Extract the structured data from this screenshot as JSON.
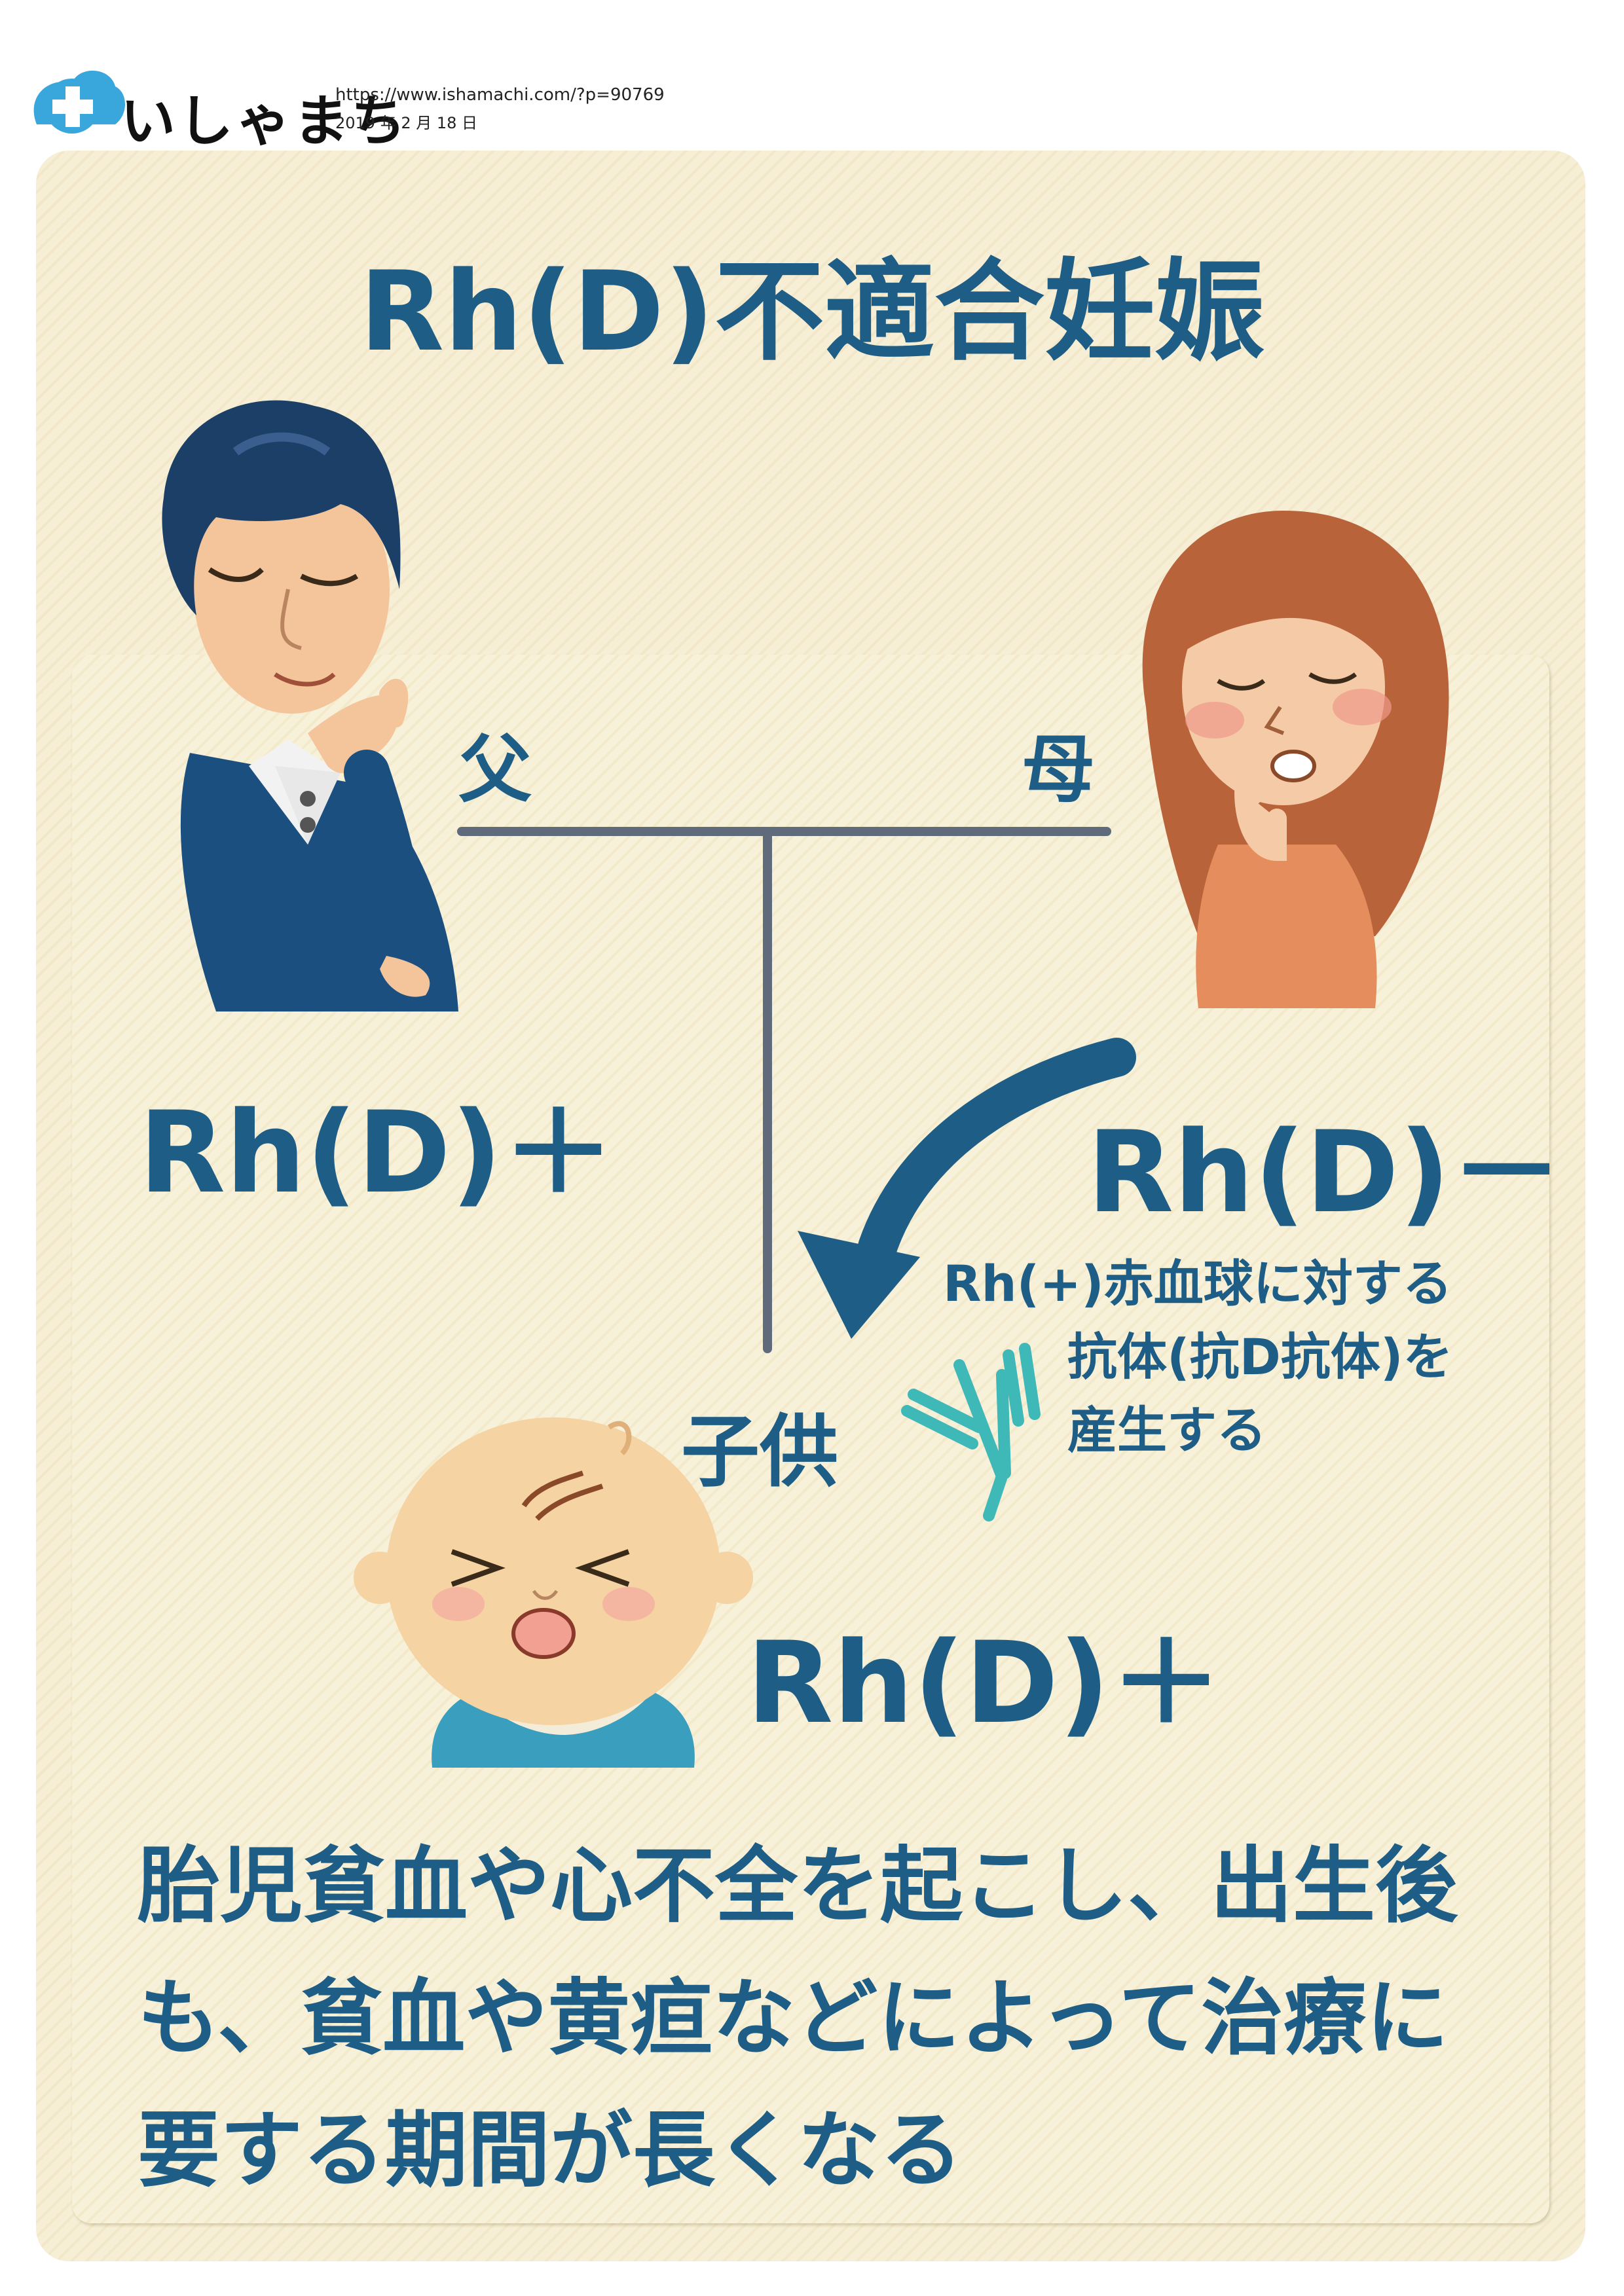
{
  "header": {
    "logo_text": "いしゃまち",
    "url": "https://www.ishamachi.com/?p=90769",
    "date": "2019 年 2 月 18 日"
  },
  "diagram": {
    "title": "Rh(D)不適合妊娠",
    "father_label": "父",
    "mother_label": "母",
    "father_type": "Rh(D)＋",
    "mother_type": "Rh(D)－",
    "child_label": "子供",
    "child_type": "Rh(D)＋",
    "antibody_text": [
      "Rh(+)赤血球に対する",
      "抗体(抗D抗体)を",
      "産生する"
    ],
    "conclusion": [
      "胎児貧血や心不全を起こし、出生後",
      "も、貧血や黄疸などによって治療に",
      "要する期間が長くなる"
    ]
  },
  "colors": {
    "text_blue": "#1e5d85",
    "line_gray": "#5f6b7a",
    "panel_bg": "#f6efd6",
    "antibody_teal": "#3fb8b8",
    "logo_blue": "#39a7dc"
  },
  "icons": [
    "logo-cross-icon",
    "father-illustration",
    "mother-illustration",
    "baby-illustration",
    "curved-arrow-icon",
    "antibody-icon"
  ]
}
